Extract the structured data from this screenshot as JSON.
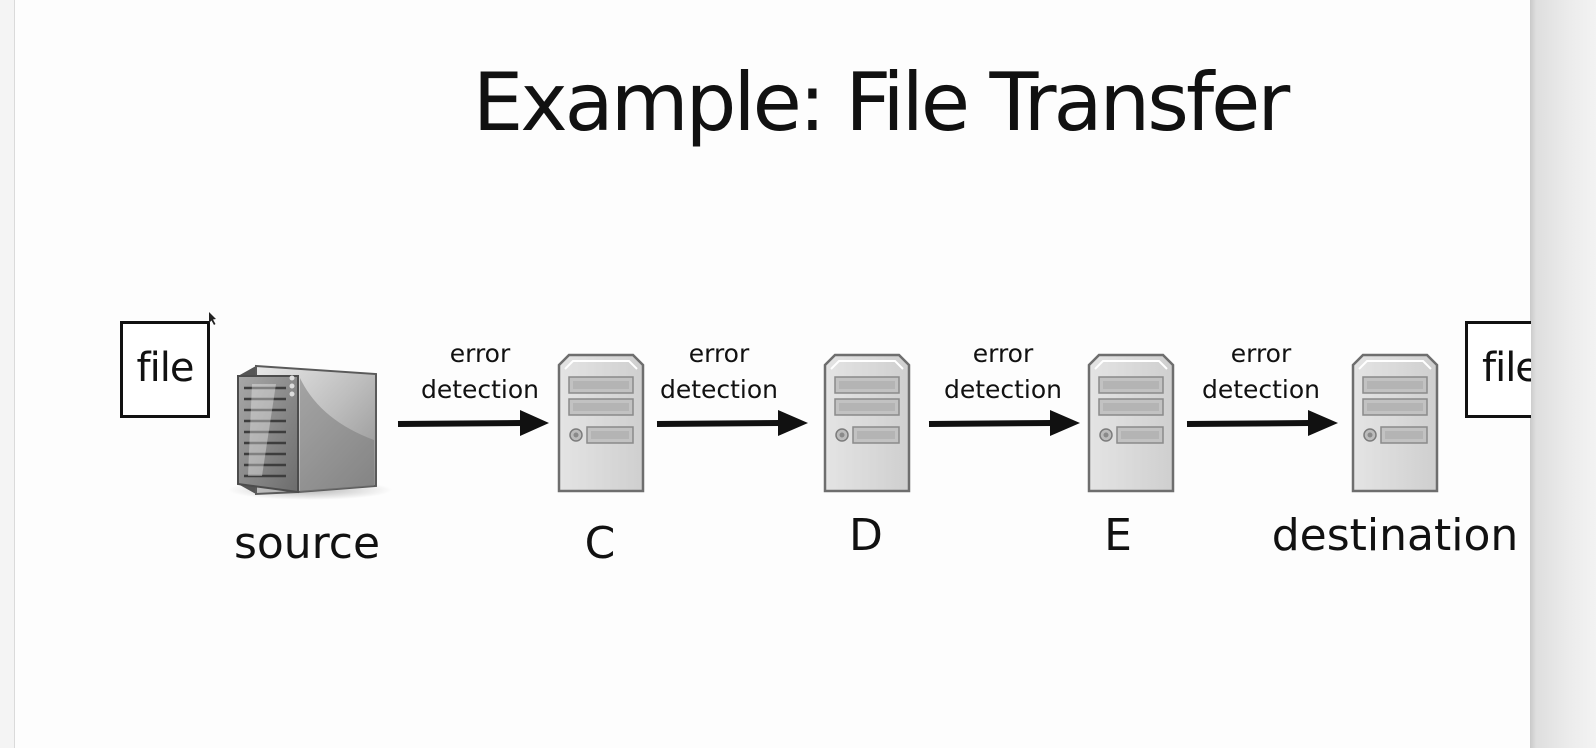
{
  "slide": {
    "title": "Example: File Transfer"
  },
  "diagram": {
    "file_left": "file",
    "file_right": "file",
    "nodes": [
      {
        "id": "source",
        "label": "source"
      },
      {
        "id": "C",
        "label": "C"
      },
      {
        "id": "D",
        "label": "D"
      },
      {
        "id": "E",
        "label": "E"
      },
      {
        "id": "destination",
        "label": "destination"
      }
    ],
    "edges": [
      {
        "from": "source",
        "to": "C",
        "line1": "error",
        "line2": "detection"
      },
      {
        "from": "C",
        "to": "D",
        "line1": "error",
        "line2": "detection"
      },
      {
        "from": "D",
        "to": "E",
        "line1": "error",
        "line2": "detection"
      },
      {
        "from": "E",
        "to": "destination",
        "line1": "error",
        "line2": "detection"
      }
    ]
  },
  "colors": {
    "background": "#fdfdfd",
    "ink": "#111111",
    "server_gray": "#d9d9d9",
    "server_outline": "#707070",
    "source_server": "#8a8a8a"
  }
}
